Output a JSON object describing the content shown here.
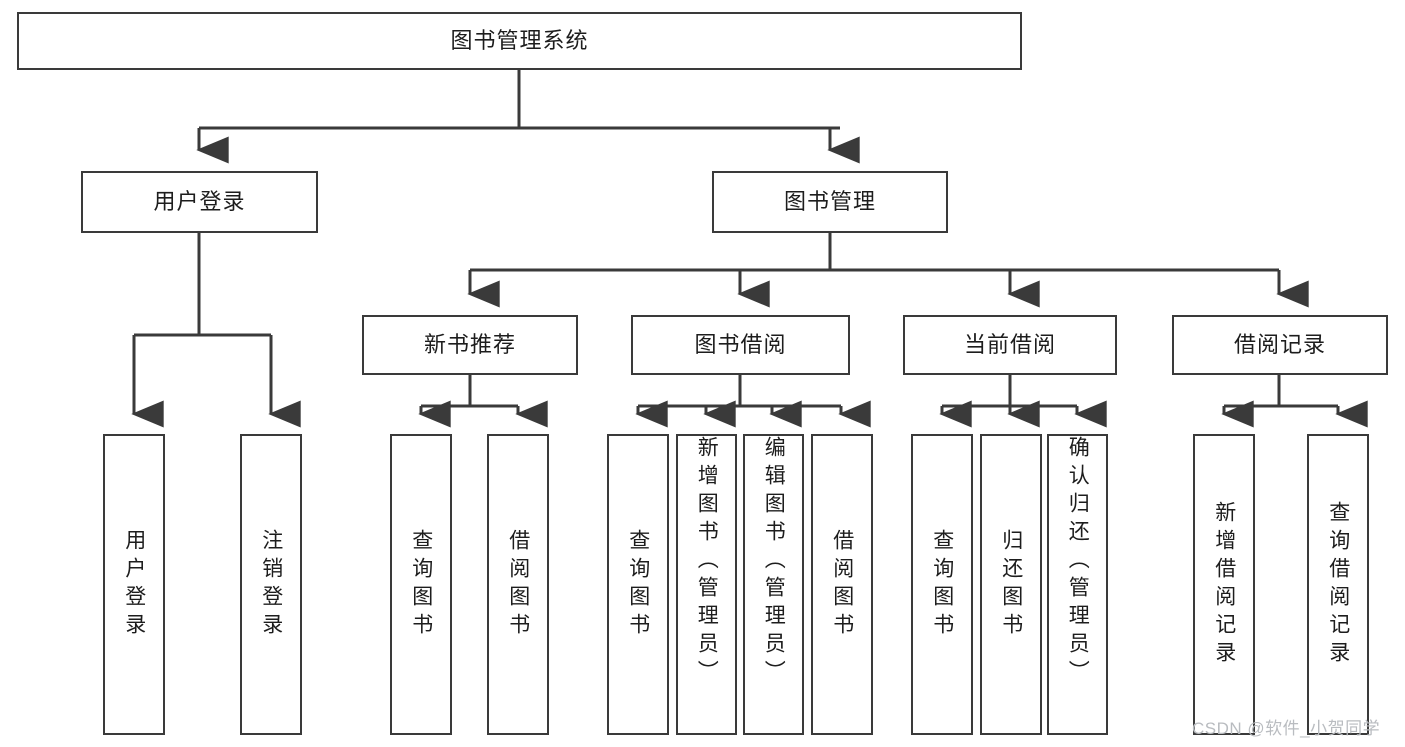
{
  "diagram": {
    "type": "hierarchy-tree",
    "title": "图书管理系统",
    "watermark": "CSDN @软件_小贺同学",
    "stroke_color": "#3a3a3a",
    "text_color": "#1d1d1d",
    "background_color": "#ffffff",
    "levels": {
      "root": {
        "label": "图书管理系统"
      },
      "level1": [
        {
          "label": "用户登录"
        },
        {
          "label": "图书管理"
        }
      ],
      "level2": [
        {
          "label": "新书推荐"
        },
        {
          "label": "图书借阅"
        },
        {
          "label": "当前借阅"
        },
        {
          "label": "借阅记录"
        }
      ],
      "level3": [
        {
          "label": "用户登录",
          "parent": "用户登录"
        },
        {
          "label": "注销登录",
          "parent": "用户登录"
        },
        {
          "label": "查询图书",
          "parent": "新书推荐"
        },
        {
          "label": "借阅图书",
          "parent": "新书推荐"
        },
        {
          "label": "查询图书",
          "parent": "图书借阅"
        },
        {
          "label": "新增图书（管理员）",
          "parent": "图书借阅"
        },
        {
          "label": "编辑图书（管理员）",
          "parent": "图书借阅"
        },
        {
          "label": "借阅图书",
          "parent": "图书借阅"
        },
        {
          "label": "查询图书",
          "parent": "当前借阅"
        },
        {
          "label": "归还图书",
          "parent": "当前借阅"
        },
        {
          "label": "确认归还（管理员）",
          "parent": "当前借阅"
        },
        {
          "label": "新增借阅记录",
          "parent": "借阅记录"
        },
        {
          "label": "查询借阅记录",
          "parent": "借阅记录"
        }
      ]
    }
  }
}
